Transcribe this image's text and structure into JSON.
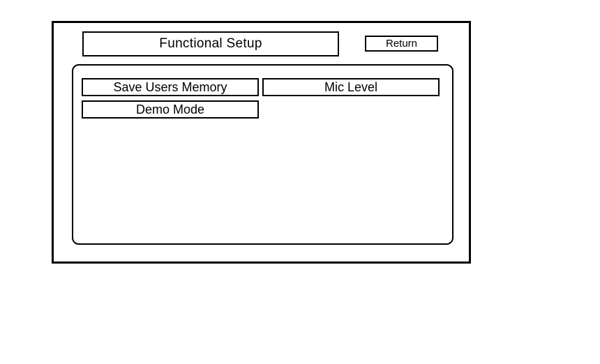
{
  "screen": {
    "title": "Functional Setup",
    "return_button": "Return",
    "buttons": [
      {
        "label": "Save Users Memory"
      },
      {
        "label": "Mic Level"
      },
      {
        "label": "Demo Mode"
      }
    ]
  },
  "colors": {
    "border": "#000000",
    "background": "#ffffff",
    "text": "#000000"
  }
}
